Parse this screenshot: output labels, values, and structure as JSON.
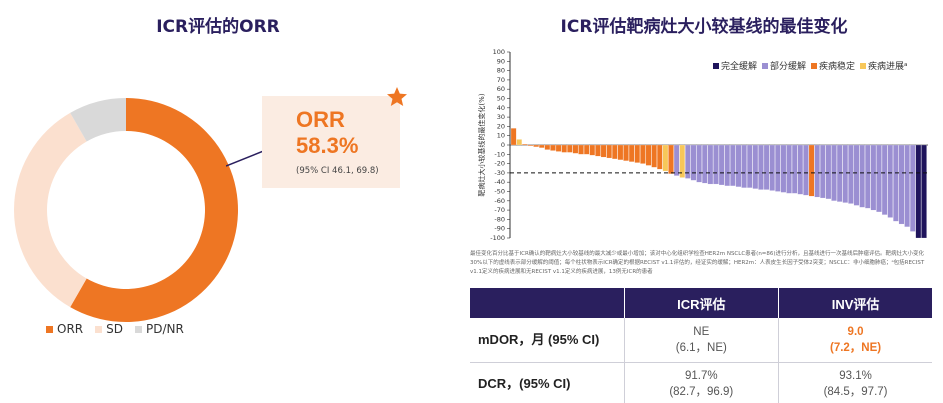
{
  "left_title": "ICR评估的ORR",
  "right_title": "ICR评估靶病灶大小较基线的最佳变化",
  "orr_callout": {
    "label": "ORR",
    "value": "58.3%",
    "ci": "(95% CI 46.1, 69.8)"
  },
  "colors": {
    "orr": "#ee7623",
    "sd": "#fbe0cf",
    "pdnr": "#d9d9d9",
    "cr": "#1f145c",
    "pr": "#9b8fd2",
    "stable": "#ee7623",
    "progression": "#f7c75a",
    "title": "#2a1f5e"
  },
  "donut_chart": {
    "type": "pie",
    "legend": [
      "ORR",
      "SD",
      "PD/NR"
    ],
    "values": [
      58.3,
      33.4,
      8.3
    ]
  },
  "chart_data": {
    "type": "bar",
    "ylabel": "靶病灶大小较基线的最佳变化(%)",
    "ylim": [
      -100,
      100
    ],
    "yticks": [
      100,
      90,
      80,
      70,
      60,
      50,
      40,
      30,
      20,
      10,
      0,
      -10,
      -20,
      -30,
      -40,
      -50,
      -60,
      -70,
      -80,
      -90,
      -100
    ],
    "reference_line": -30,
    "legend": [
      "完全缓解",
      "部分缓解",
      "疾病稳定",
      "疾病进展ᵃ"
    ],
    "legend_position": "top-right",
    "categories_key": [
      "CR",
      "PR",
      "SD",
      "PD"
    ],
    "values": [
      18,
      6,
      1,
      -1,
      -2,
      -3,
      -5,
      -6,
      -7,
      -8,
      -8,
      -9,
      -10,
      -10,
      -11,
      -12,
      -13,
      -14,
      -15,
      -16,
      -17,
      -18,
      -19,
      -20,
      -22,
      -24,
      -26,
      -28,
      -31,
      -33,
      -35,
      -36,
      -38,
      -40,
      -41,
      -42,
      -42,
      -43,
      -44,
      -44,
      -45,
      -46,
      -46,
      -47,
      -48,
      -48,
      -49,
      -50,
      -51,
      -52,
      -52,
      -53,
      -54,
      -55,
      -56,
      -57,
      -58,
      -60,
      -61,
      -62,
      -63,
      -65,
      -67,
      -68,
      -70,
      -72,
      -75,
      -78,
      -82,
      -85,
      -88,
      -93,
      -100,
      -100
    ],
    "categories": [
      "SD",
      "PD",
      "SD",
      "SD",
      "SD",
      "SD",
      "SD",
      "SD",
      "SD",
      "SD",
      "SD",
      "SD",
      "SD",
      "SD",
      "SD",
      "SD",
      "SD",
      "SD",
      "SD",
      "SD",
      "SD",
      "SD",
      "SD",
      "SD",
      "SD",
      "SD",
      "SD",
      "PD",
      "SD",
      "PR",
      "PD",
      "PR",
      "PR",
      "PR",
      "PR",
      "PR",
      "PR",
      "PR",
      "PR",
      "PR",
      "PR",
      "PR",
      "PR",
      "PR",
      "PR",
      "PR",
      "PR",
      "PR",
      "PR",
      "PR",
      "PR",
      "PR",
      "PR",
      "SD",
      "PR",
      "PR",
      "PR",
      "PR",
      "PR",
      "PR",
      "PR",
      "PR",
      "PR",
      "PR",
      "PR",
      "PR",
      "PR",
      "PR",
      "PR",
      "PR",
      "PR",
      "PR",
      "CR",
      "CR"
    ]
  },
  "footnote": "最佳变化百分比基于ICR确认的靶病灶大小较基线的最大减少或最小增加；该对中心化组织学检查HER2m NSCLC患者(n=86)进行分析，且基线进行一次基线后肿瘤评估。靶病灶大小变化 30%以下的虚线表示部分缓解的阈值；每个柱状物表示ICR确定的根据RECIST v1.1评估的，经证实的缓解；HER2m：人表皮生长因子受体2突变；NSCLC：非小细胞肺癌；ᵃ包括RECIST v1.1定义的疾病进展和无RECIST v1.1定义的疾病进展，13例无ICR的患者",
  "table": {
    "headers": [
      "",
      "ICR评估",
      "INV评估"
    ],
    "rows": [
      {
        "label": "mDOR，月 (95% CI)",
        "icr_value": "NE",
        "icr_ci": "(6.1，NE)",
        "inv_value": "9.0",
        "inv_ci": "(7.2，NE)"
      },
      {
        "label": "DCR，(95% CI)",
        "icr_value": "91.7%",
        "icr_ci": "(82.7，96.9)",
        "inv_value": "93.1%",
        "inv_ci": "(84.5，97.7)"
      }
    ]
  }
}
